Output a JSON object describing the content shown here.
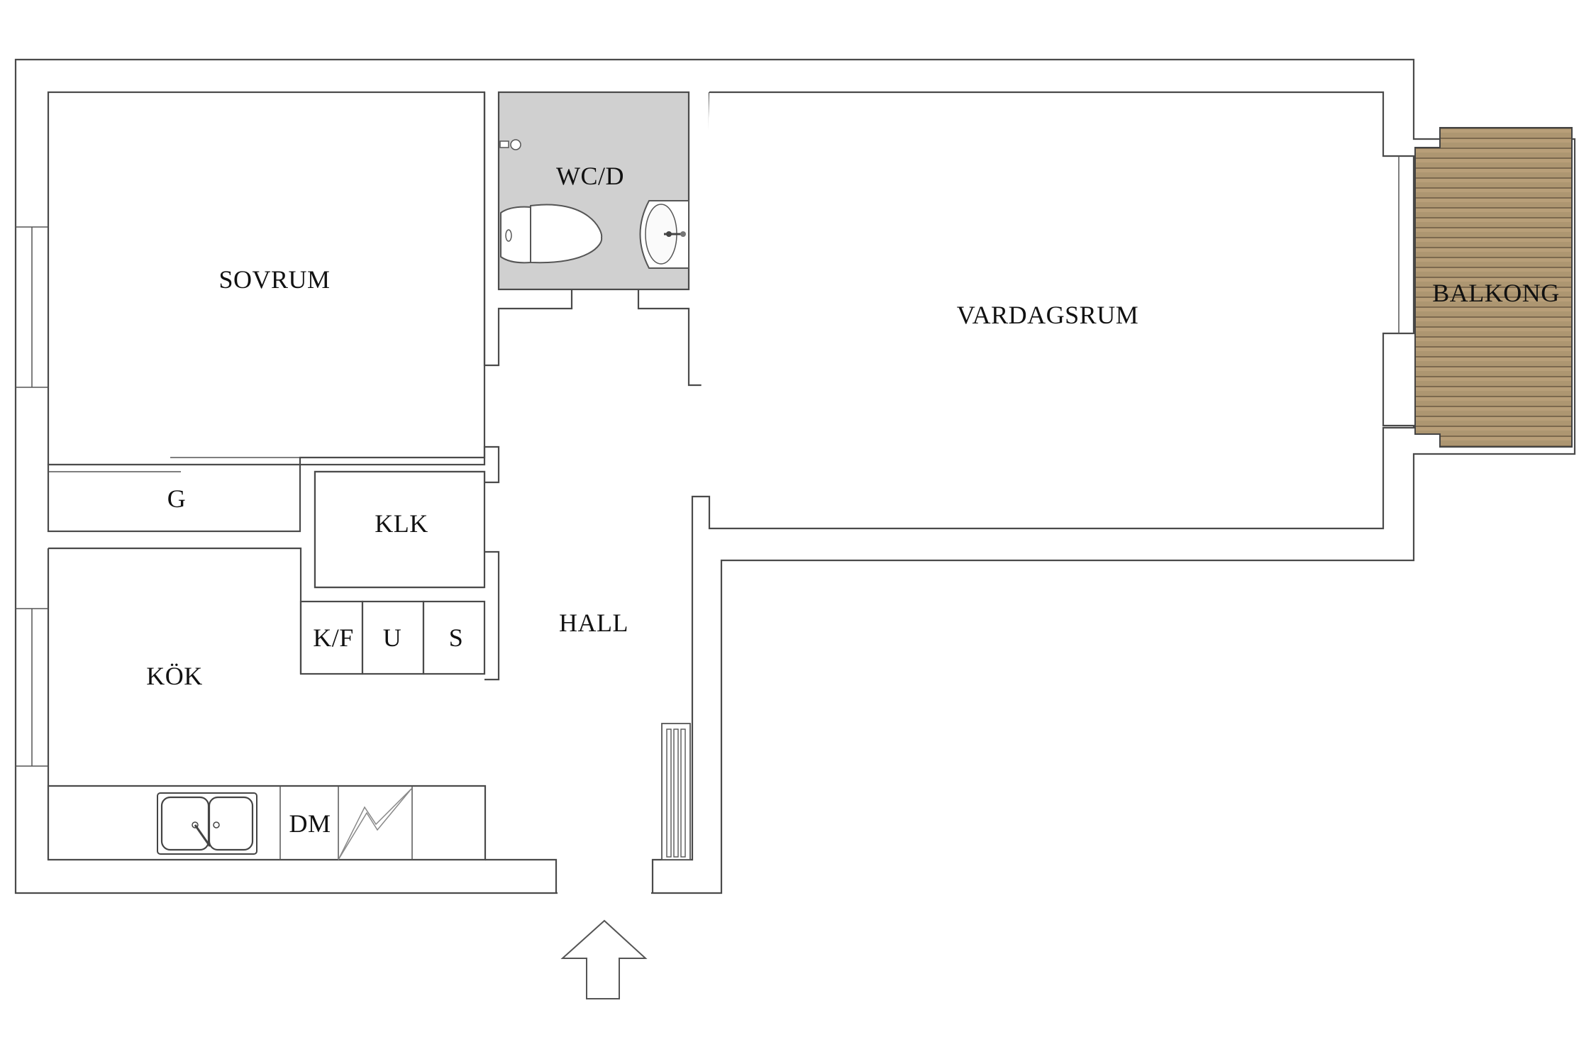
{
  "plan": {
    "type": "apartment floor plan",
    "colors": {
      "wall_stroke": "#4a4a4a",
      "bathroom_floor": "#d0d0d0",
      "balcony_wood": "#a8916d",
      "background": "#ffffff"
    },
    "rooms": [
      {
        "id": "sovrum",
        "label": "SOVRUM"
      },
      {
        "id": "wcd",
        "label": "WC/D"
      },
      {
        "id": "vardagsrum",
        "label": "VARDAGSRUM"
      },
      {
        "id": "balkong",
        "label": "BALKONG"
      },
      {
        "id": "g",
        "label": "G"
      },
      {
        "id": "klk",
        "label": "KLK"
      },
      {
        "id": "hall",
        "label": "HALL"
      },
      {
        "id": "kok",
        "label": "KÖK"
      },
      {
        "id": "kf",
        "label": "K/F"
      },
      {
        "id": "u",
        "label": "U"
      },
      {
        "id": "s",
        "label": "S"
      },
      {
        "id": "dm",
        "label": "DM"
      }
    ],
    "fixtures": [
      "toilet-icon",
      "sink-icon",
      "double-kitchen-sink-icon",
      "stove-icon",
      "radiator-icon",
      "entrance-arrow-icon"
    ]
  }
}
